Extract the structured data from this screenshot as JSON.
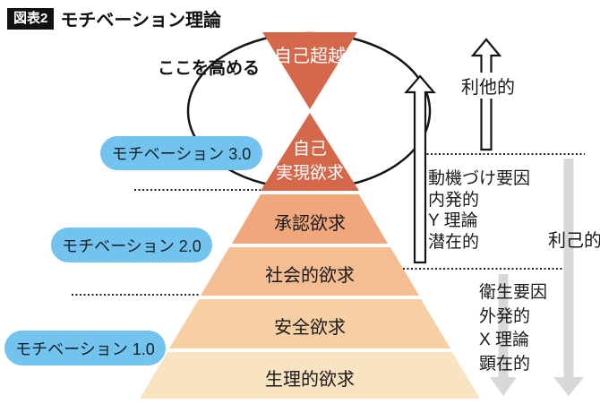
{
  "header": {
    "badge": "図表2",
    "title": "モチベーション理論"
  },
  "annotations": {
    "raise_here": "ここを高める",
    "altruistic": "利他的",
    "selfish": "利己的"
  },
  "motivation_labels": [
    {
      "label": "モチベーション 3.0"
    },
    {
      "label": "モチベーション 2.0"
    },
    {
      "label": "モチベーション 1.0"
    }
  ],
  "pyramid": {
    "transcendence": "自己超越",
    "self_actualization_line1": "自己",
    "self_actualization_line2": "実現欲求",
    "esteem": "承認欲求",
    "social": "社会的欲求",
    "safety": "安全欲求",
    "physiological": "生理的欲求"
  },
  "factors": {
    "motivator": {
      "lines": [
        "動機づけ要因",
        "内発的",
        "Y 理論",
        "潜在的"
      ]
    },
    "hygiene": {
      "lines": [
        "衛生要因",
        "外発的",
        "X 理論",
        "顕在的"
      ]
    }
  },
  "colors": {
    "pyramid_red": "#D5684B",
    "level_esteem": "#F1A77C",
    "level_social": "#F5BD92",
    "level_safety": "#F7CFA3",
    "level_physio": "#FAE3C1",
    "pill_blue": "#72C4EF",
    "arrow_gray": "#D8D8D8",
    "line_dark": "#1a1a1a",
    "white": "#ffffff"
  }
}
